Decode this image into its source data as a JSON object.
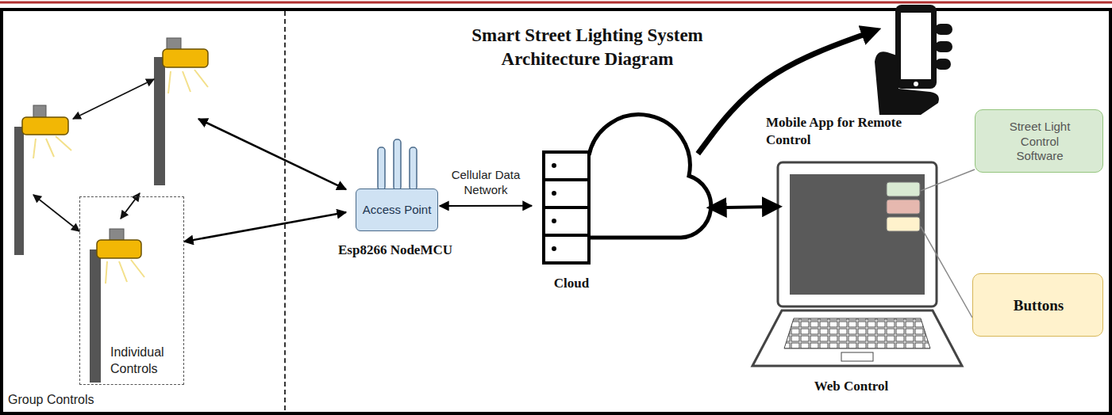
{
  "diagram": {
    "title": "Smart Street Lighting System Architecture Diagram",
    "nodes": [
      {
        "text": [
          "Group Controls"
        ]
      },
      {
        "text": [
          "Individual Controls"
        ],
        "in": 0
      },
      {
        "text": [
          "Access Point",
          "Esp8266 NodeMCU"
        ]
      },
      {
        "text": [
          "Cloud"
        ]
      },
      {
        "text": [
          "Mobile App for Remote Control"
        ]
      },
      {
        "text": [
          "Street Light Control Software"
        ]
      },
      {
        "text": [
          "Web Control"
        ]
      },
      {
        "text": [
          "Buttons"
        ]
      }
    ],
    "edges": [
      {
        "from": 0,
        "to": 2,
        "arrow": "both"
      },
      {
        "from": 1,
        "to": 2,
        "arrow": "both"
      },
      {
        "from": 2,
        "to": 3,
        "label": "Cellular Data Network",
        "arrow": "both"
      },
      {
        "from": 3,
        "to": 4,
        "arrow": "to"
      },
      {
        "from": 3,
        "to": 6,
        "arrow": "both"
      },
      {
        "from": 5,
        "to": 6,
        "arrow": "none"
      },
      {
        "from": 7,
        "to": 6,
        "arrow": "none"
      }
    ]
  }
}
